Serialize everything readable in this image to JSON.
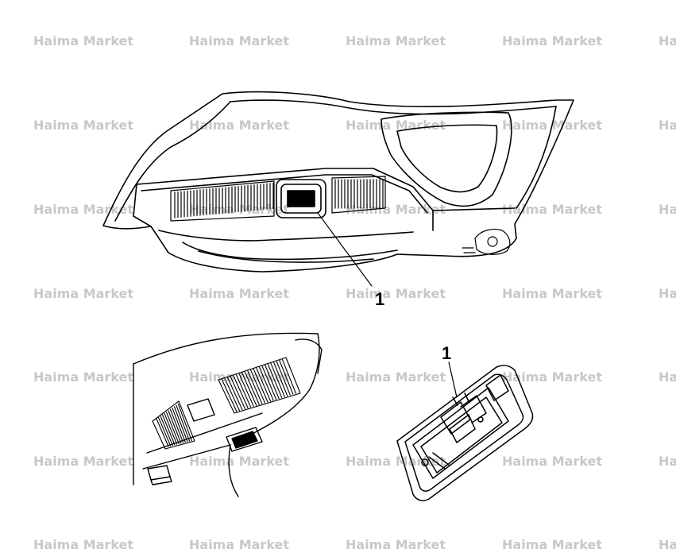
{
  "watermark": {
    "text": "Haima Market",
    "partial_text": "Ha",
    "color": "#c8c8c8"
  },
  "callouts": {
    "main_label": "1",
    "detail_label": "1"
  },
  "colors": {
    "line": "#000000",
    "background": "#ffffff"
  }
}
